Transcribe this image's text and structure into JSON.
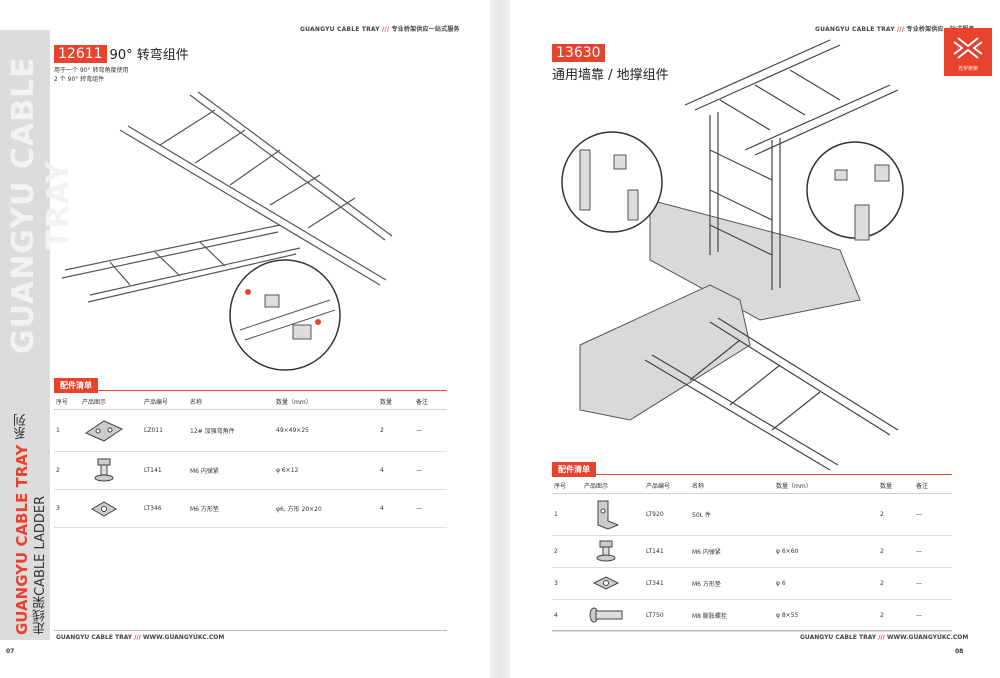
{
  "left": {
    "header": {
      "brand": "GUANGYU CABLE TRAY",
      "slash": "///",
      "tagline": "专业桥架供应一站式服务"
    },
    "title": {
      "code": "12611",
      "name": "90° 转弯组件"
    },
    "notes": [
      "用于一个 90° 转弯角度使用",
      "2 个 90° 转弯组件"
    ],
    "sidebar": {
      "watermark": "GUANGYU CABLE TRAY",
      "series": "GUANGYU CABLE TRAY",
      "series_cn": "系列",
      "product": "走线架CABLE LADDER"
    },
    "section": "配件清单",
    "table": {
      "headers": [
        "序号",
        "产品图示",
        "产品编号",
        "名称",
        "数量（mm）",
        "数量",
        "备注"
      ],
      "rows": [
        {
          "no": "1",
          "code": "LZ011",
          "name": "12# 加强弯角件",
          "spec": "49×49×25",
          "qty": "2",
          "note": "—"
        },
        {
          "no": "2",
          "code": "LT141",
          "name": "M6 内弹紧",
          "spec": "φ 6×12",
          "qty": "4",
          "note": "—"
        },
        {
          "no": "3",
          "code": "LT346",
          "name": "M6 方形垫",
          "spec": "φ6, 方形 20×20",
          "qty": "4",
          "note": "—"
        }
      ]
    },
    "footer": {
      "brand": "GUANGYU CABLE TRAY",
      "slash": "///",
      "url": "WWW.GUANGYUKC.COM"
    },
    "page_number": "07"
  },
  "right": {
    "header": {
      "brand": "GUANGYU CABLE TRAY",
      "slash": "///",
      "tagline": "专业桥架供应一站式服务"
    },
    "title": {
      "code": "13630",
      "name": "通用墙靠 / 地撑组件"
    },
    "logo_text": "光宇桥架",
    "section": "配件清单",
    "table": {
      "headers": [
        "序号",
        "产品图示",
        "产品编号",
        "名称",
        "数量（mm）",
        "数量",
        "备注"
      ],
      "rows": [
        {
          "no": "1",
          "code": "LT920",
          "name": "50L 件",
          "spec": "",
          "qty": "2",
          "note": "—"
        },
        {
          "no": "2",
          "code": "LT141",
          "name": "M6 内弹紧",
          "spec": "φ 6×60",
          "qty": "2",
          "note": "—"
        },
        {
          "no": "3",
          "code": "LT341",
          "name": "M6 方形垫",
          "spec": "φ 6",
          "qty": "2",
          "note": "—"
        },
        {
          "no": "4",
          "code": "LT750",
          "name": "M8 膨胀螺栓",
          "spec": "φ 8×55",
          "qty": "2",
          "note": "—"
        }
      ]
    },
    "footer": {
      "brand": "GUANGYU CABLE TRAY",
      "slash": "///",
      "url": "WWW.GUANGYUKC.COM"
    },
    "page_number": "08"
  },
  "colors": {
    "accent": "#e8432f",
    "sidebar": "#dcdcdc"
  }
}
